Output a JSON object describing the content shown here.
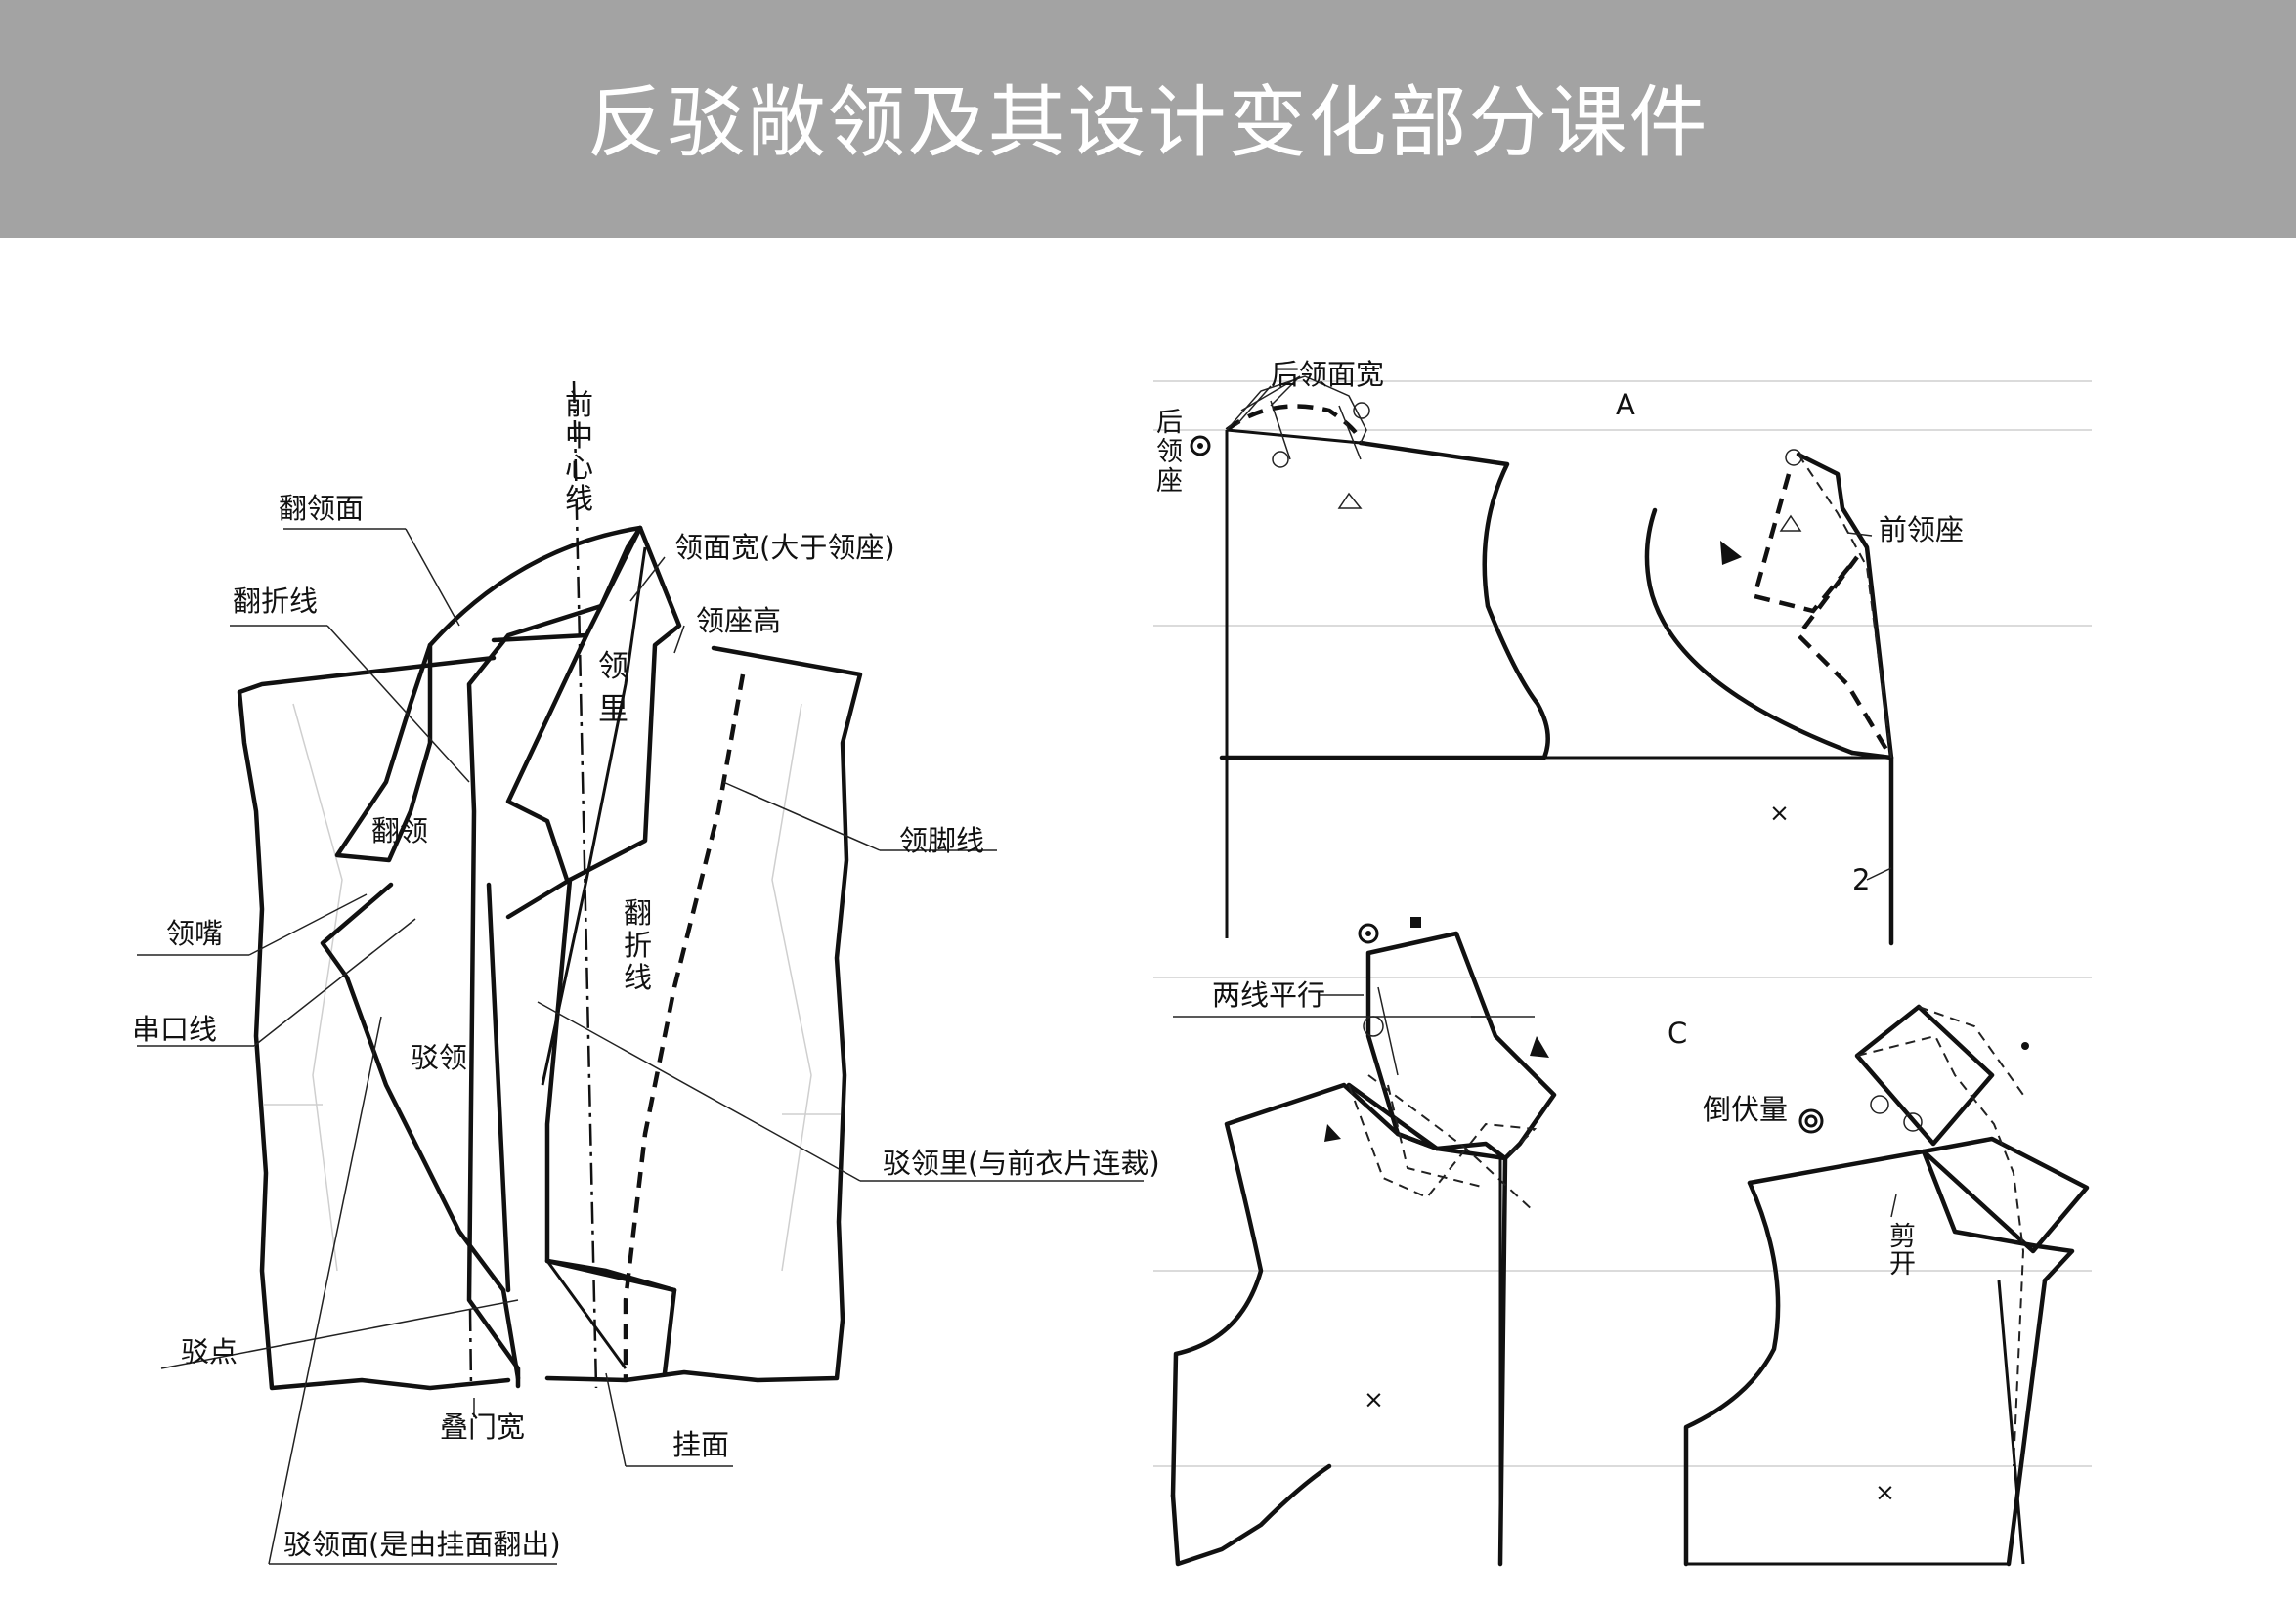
{
  "title": "反驳敞领及其设计变化部分课件",
  "left_diagram": {
    "labels": {
      "front_center_line": "前中心线",
      "fanlingmian": "翻领面",
      "fanzhexian_top": "翻折线",
      "fanling": "翻领",
      "lingzui": "领嘴",
      "chuankouxian": "串口线",
      "lingmiankuan": "领面宽(大于领座)",
      "lingzuogao": "领座高",
      "lingli": "领里",
      "lingjiaoxian": "领脚线",
      "fanzhexian_mid": "翻折线",
      "boling": "驳领",
      "bolingli": "驳领里(与前衣片连裁)",
      "bodian": "驳点",
      "diemenkuan": "叠门宽",
      "guamian": "挂面",
      "bolingmian": "驳领面(是由挂面翻出)"
    }
  },
  "right_diagram": {
    "labels": {
      "houlingzuo": "后领座",
      "houlingmiankuan": "后领面宽",
      "panel_a": "A",
      "qianlingzuo": "前领座",
      "num_2": "2",
      "liangxianpingxing": "两线平行",
      "panel_c": "C",
      "daofuliang": "倒伏量",
      "jiankai": "剪开"
    }
  }
}
